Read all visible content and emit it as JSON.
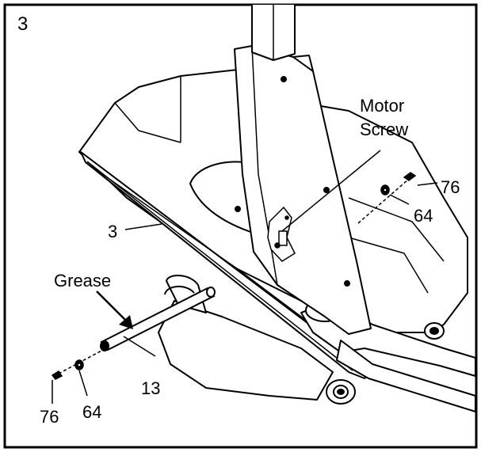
{
  "step_number": "3",
  "callouts": {
    "motor_screw_line1": "Motor",
    "motor_screw_line2": "Screw",
    "part_76_top": "76",
    "part_64_top": "64",
    "part_3": "3",
    "grease": "Grease",
    "part_13": "13",
    "part_76_bottom": "76",
    "part_64_bottom": "64"
  }
}
